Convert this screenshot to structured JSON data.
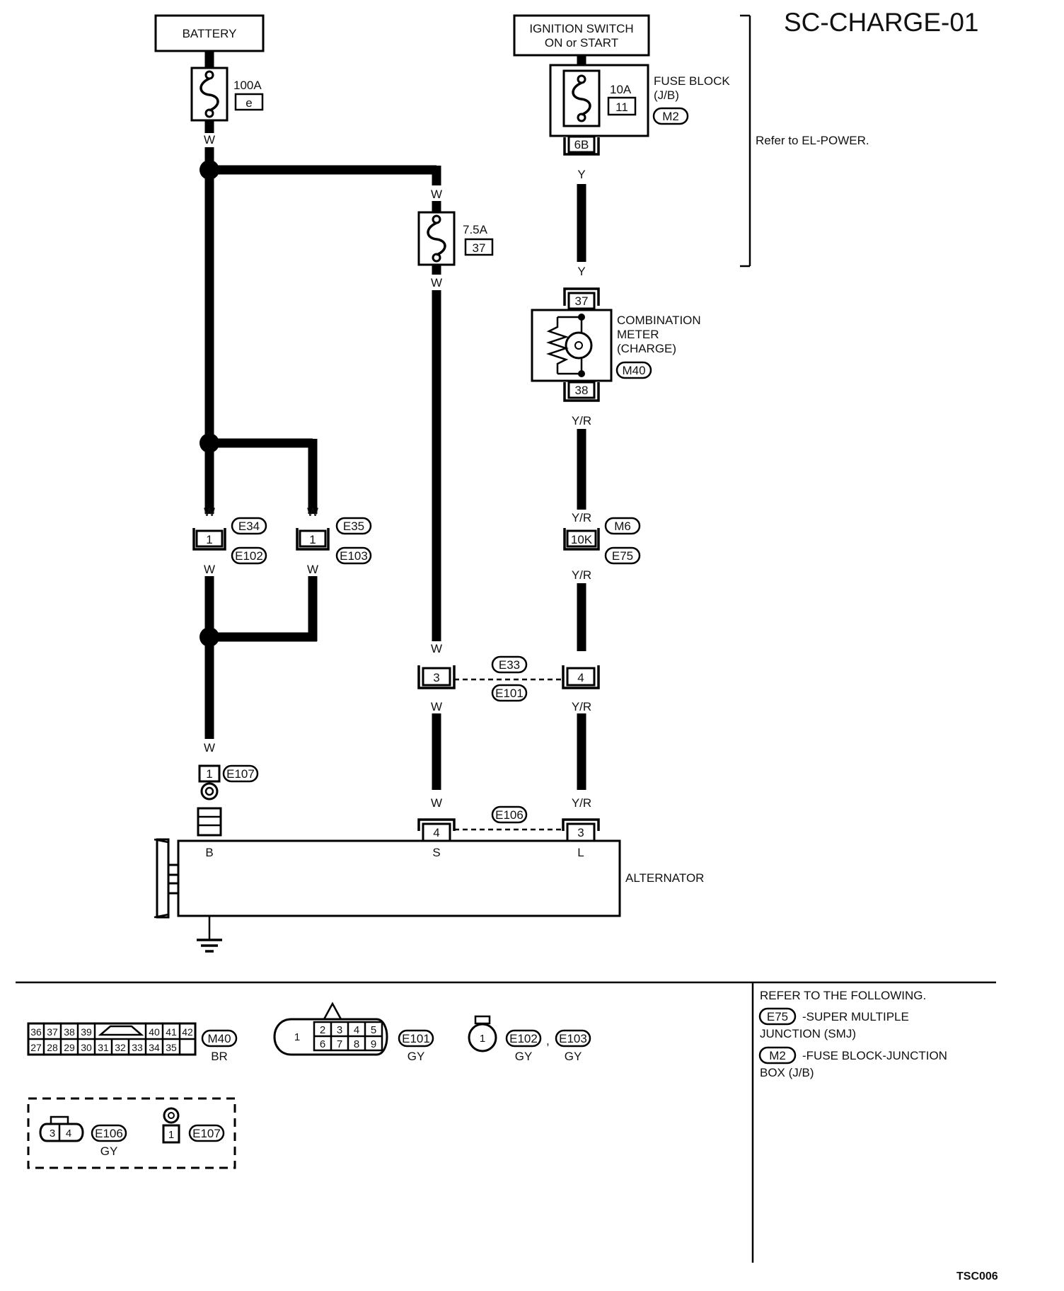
{
  "title": "SC-CHARGE-01",
  "figure_code": "TSC006",
  "components": {
    "battery": "BATTERY",
    "ignition_line1": "IGNITION SWITCH",
    "ignition_line2": "ON or START",
    "fuse_block_line1": "FUSE BLOCK",
    "fuse_block_line2": "(J/B)",
    "refer_el_power": "Refer to EL-POWER.",
    "meter_line1": "COMBINATION",
    "meter_line2": "METER",
    "meter_line3": "(CHARGE)",
    "alternator": "ALTERNATOR"
  },
  "fuses": {
    "main_rating": "100A",
    "main_id": "e",
    "s_rating": "7.5A",
    "s_id": "37",
    "ign_rating": "10A",
    "ign_id": "11"
  },
  "wire_colors": {
    "w": "W",
    "y": "Y",
    "yr": "Y/R"
  },
  "terminals": {
    "t6b": "6B",
    "t37": "37",
    "t38": "38",
    "t10k": "10K",
    "t1": "1",
    "t3": "3",
    "t4": "4",
    "alt_b": "B",
    "alt_s": "S",
    "alt_l": "L"
  },
  "connector_ids": {
    "m2": "M2",
    "m40": "M40",
    "m6": "M6",
    "e75": "E75",
    "e34": "E34",
    "e35": "E35",
    "e102": "E102",
    "e103": "E103",
    "e33": "E33",
    "e101": "E101",
    "e106": "E106",
    "e107": "E107"
  },
  "legend": {
    "m40_row1": [
      "36",
      "37",
      "38",
      "39",
      "40",
      "41",
      "42"
    ],
    "m40_row2": [
      "27",
      "28",
      "29",
      "30",
      "31",
      "32",
      "33",
      "34",
      "35"
    ],
    "m40_color": "BR",
    "e101_left": "1",
    "e101_row1": [
      "2",
      "3",
      "4",
      "5"
    ],
    "e101_row2": [
      "6",
      "7",
      "8",
      "9"
    ],
    "e101_color": "GY",
    "e102_pin": "1",
    "e102_color": "GY",
    "e103_color": "GY",
    "comma": ",",
    "e106_pins": [
      "3",
      "4"
    ],
    "e106_color": "GY",
    "e107_pin": "1"
  },
  "refer_notes": {
    "heading": "REFER TO THE FOLLOWING.",
    "e75_line1": "-SUPER MULTIPLE",
    "e75_line2": "JUNCTION (SMJ)",
    "m2_line1": "-FUSE BLOCK-JUNCTION",
    "m2_line2": "BOX (J/B)"
  }
}
